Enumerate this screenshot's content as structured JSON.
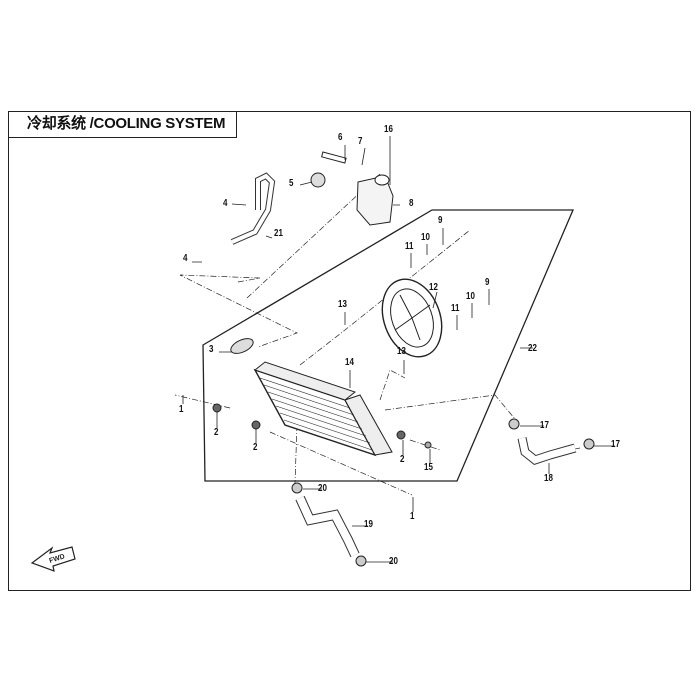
{
  "title": "冷却系统 /COOLING SYSTEM",
  "fwd_label": "FWD",
  "callouts": [
    "6",
    "7",
    "16",
    "5",
    "8",
    "4",
    "21",
    "4",
    "9",
    "10",
    "11",
    "12",
    "9",
    "10",
    "11",
    "13",
    "3",
    "13",
    "14",
    "22",
    "1",
    "2",
    "2",
    "2",
    "15",
    "17",
    "17",
    "18",
    "20",
    "19",
    "1",
    "20"
  ]
}
